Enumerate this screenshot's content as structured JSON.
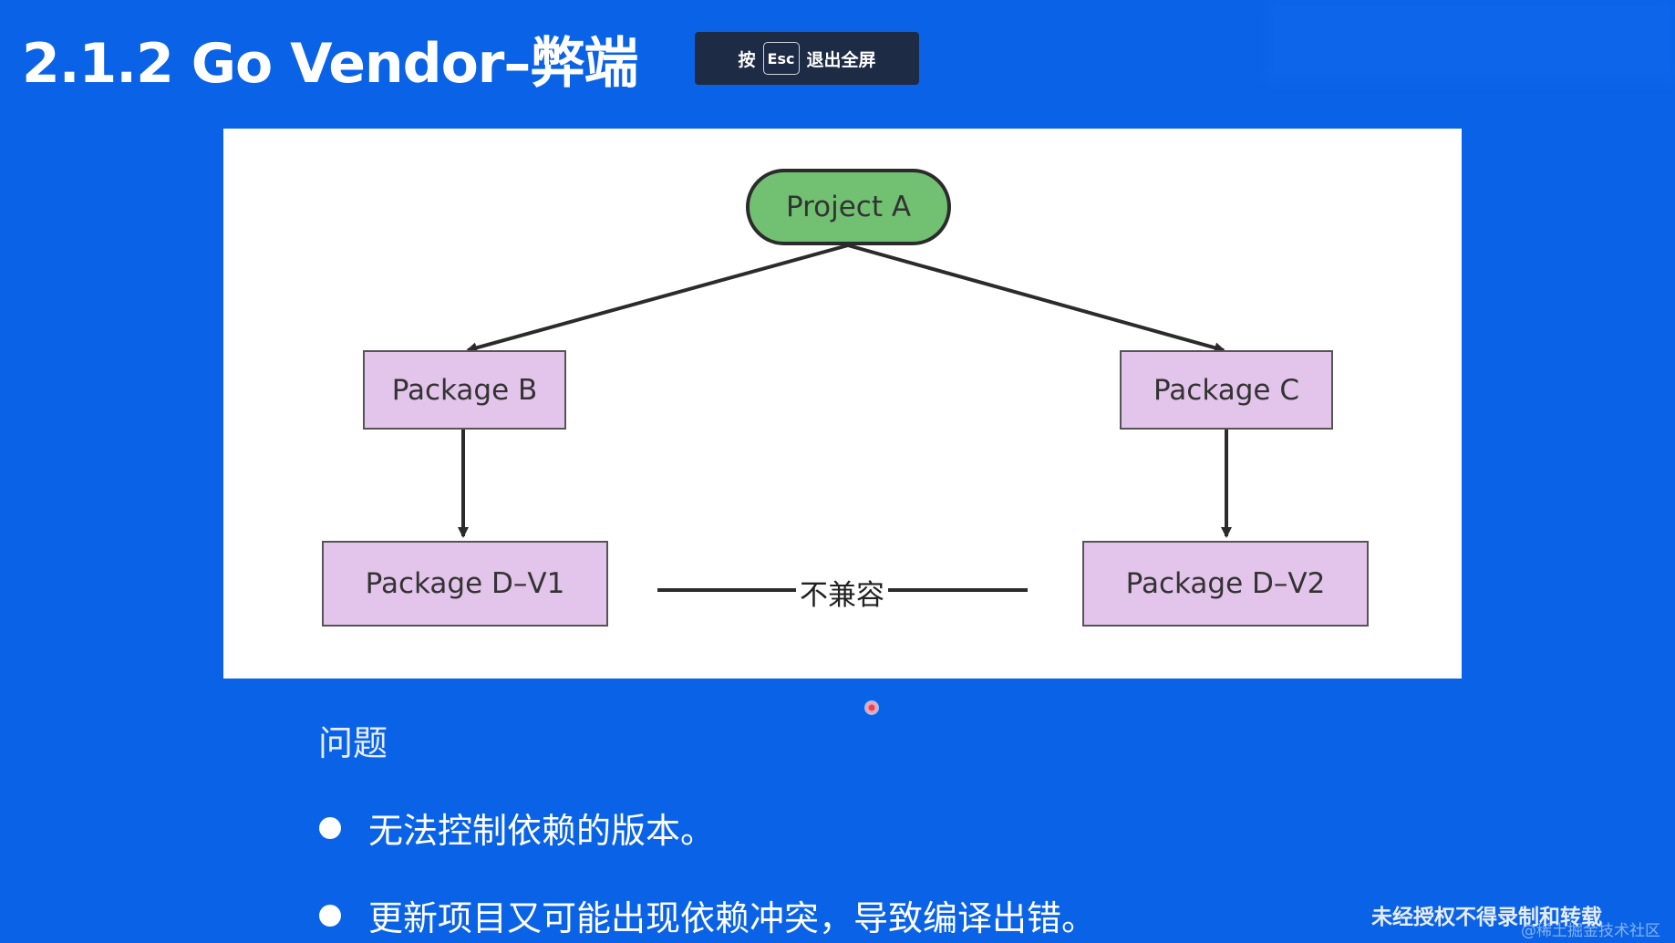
{
  "slide": {
    "title": "2.1.2 Go Vendor–弊端"
  },
  "fullscreen_toast": {
    "prefix": "按",
    "key": "Esc",
    "suffix": "退出全屏"
  },
  "diagram": {
    "nodes": {
      "project_a": "Project A",
      "package_b": "Package B",
      "package_c": "Package C",
      "package_d_v1": "Package D–V1",
      "package_d_v2": "Package D–V2"
    },
    "edge_label": "不兼容",
    "colors": {
      "project_fill": "#72c172",
      "package_fill": "#e3c4ea",
      "stroke": "#2b2b2b"
    }
  },
  "problems": {
    "heading": "问题",
    "items": [
      "无法控制依赖的版本。",
      "更新项目又可能出现依赖冲突，导致编译出错。"
    ]
  },
  "watermark": {
    "main": "未经授权不得录制和转载",
    "sub": "@稀土掘金技术社区"
  },
  "colors": {
    "background": "#0a63e6",
    "toast_background": "#1d2b45"
  }
}
